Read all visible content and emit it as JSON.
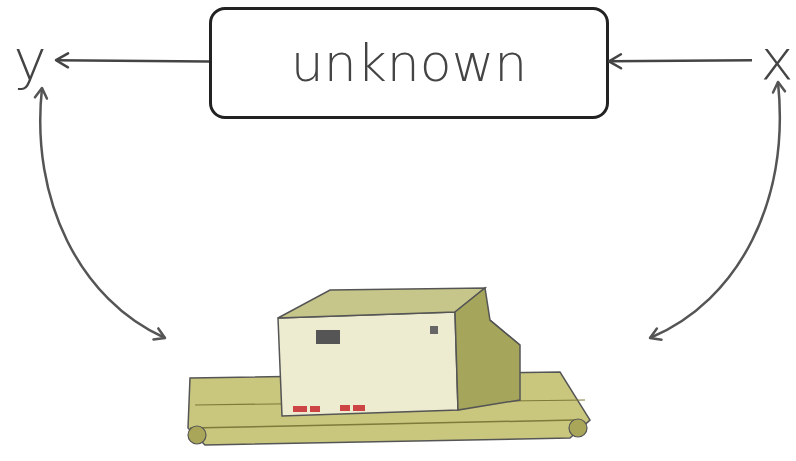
{
  "diagram": {
    "nodes": [
      {
        "text": [
          "y"
        ]
      },
      {
        "text": [
          "unknown"
        ]
      },
      {
        "text": [
          "x"
        ]
      }
    ],
    "edges": [
      {
        "from": 1,
        "to": 0,
        "arrow": "to"
      },
      {
        "from": 2,
        "to": 1,
        "arrow": "to"
      }
    ]
  }
}
